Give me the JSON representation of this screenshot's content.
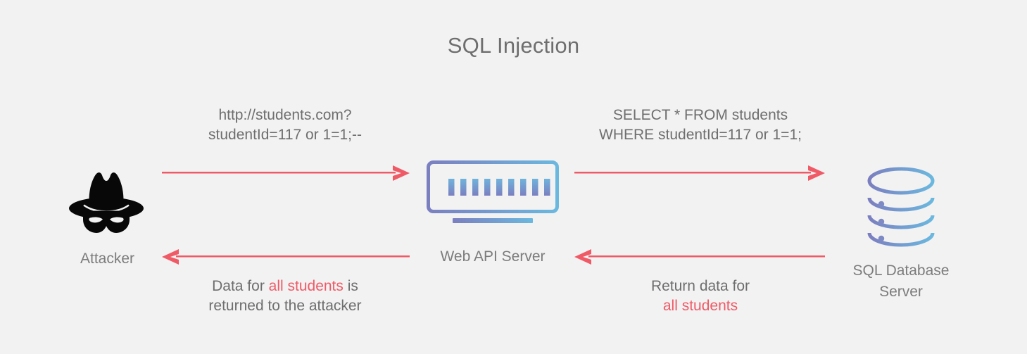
{
  "diagram": {
    "title": "SQL Injection",
    "background_color": "#f2f2f2",
    "text_color": "#6e6e6e",
    "accent_color": "#ef5a66",
    "gradient_start": "#7b7fc0",
    "gradient_end": "#6bb8df"
  },
  "nodes": {
    "attacker": {
      "label": "Attacker",
      "icon": "masked-hat-icon"
    },
    "server": {
      "label": "Web API Server",
      "icon": "server-rack-icon"
    },
    "database": {
      "label_line1": "SQL Database",
      "label_line2": "Server",
      "icon": "database-cylinder-icon"
    }
  },
  "messages": {
    "request": {
      "line1": "http://students.com?",
      "line2": "studentId=117 or 1=1;--"
    },
    "query": {
      "line1": "SELECT * FROM students",
      "line2": "WHERE studentId=117 or 1=1;"
    },
    "response": {
      "line1_pre": "Data for ",
      "line1_highlight": "all students",
      "line1_post": " is",
      "line2": "returned to the attacker"
    },
    "db_return": {
      "line1": "Return data for",
      "line2_highlight": "all students"
    }
  },
  "arrows": [
    {
      "name": "attacker-to-server",
      "direction": "right",
      "color": "#ef5a66"
    },
    {
      "name": "server-to-database",
      "direction": "right",
      "color": "#ef5a66"
    },
    {
      "name": "server-to-attacker",
      "direction": "left",
      "color": "#ef5a66"
    },
    {
      "name": "database-to-server",
      "direction": "left",
      "color": "#ef5a66"
    }
  ]
}
